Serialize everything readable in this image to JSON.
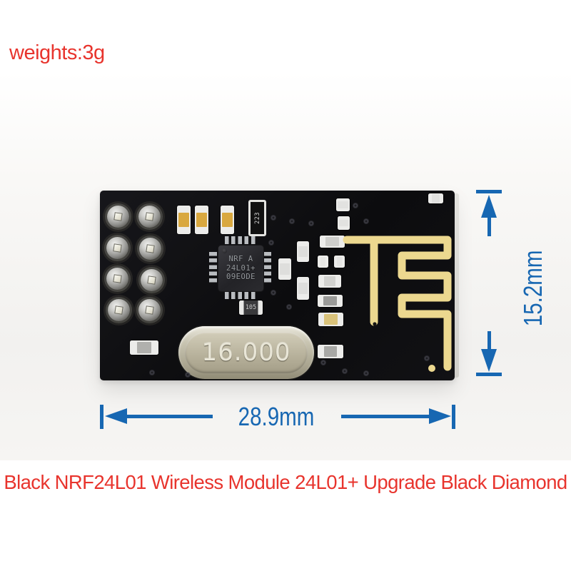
{
  "colors": {
    "accent_blue": "#1767b2",
    "accent_red": "#e8342d",
    "pcb_black": "#0d0d10",
    "antenna_gold": "#ecd88f"
  },
  "weight_note": {
    "text": "weights:3g"
  },
  "product_title": {
    "text": "Black NRF24L01 Wireless Module 24L01+ Upgrade Black Diamond"
  },
  "dimensions": {
    "width": {
      "label": "28.9mm"
    },
    "height": {
      "label": "15.2mm"
    }
  },
  "module": {
    "chip": {
      "marking_line1": "NRF A",
      "marking_line2": "24L01+",
      "marking_line3": "09EODE"
    },
    "crystal": {
      "marking": "16.000"
    },
    "capacitor_marking": "223",
    "inductor_marking": "105"
  }
}
